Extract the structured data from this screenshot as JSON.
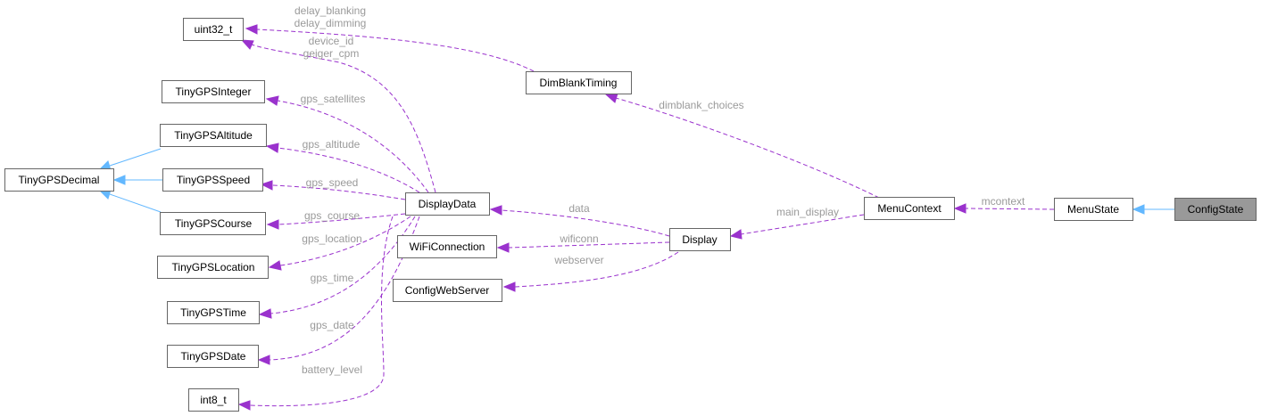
{
  "colors": {
    "association": "#9a32cd",
    "inheritance": "#63b8ff",
    "label": "#9a9a9a",
    "highlight_fill": "#999999"
  },
  "nodes": {
    "uint32_t": "uint32_t",
    "tinygpsinteger": "TinyGPSInteger",
    "tinygpsaltitude": "TinyGPSAltitude",
    "tinygpsdecimal": "TinyGPSDecimal",
    "tinygpsspeed": "TinyGPSSpeed",
    "tinygpscourse": "TinyGPSCourse",
    "tinygpslocation": "TinyGPSLocation",
    "tinygpstime": "TinyGPSTime",
    "tinygpsdate": "TinyGPSDate",
    "int8_t": "int8_t",
    "displaydata": "DisplayData",
    "wificonnection": "WiFiConnection",
    "configwebserver": "ConfigWebServer",
    "dimblanktiming": "DimBlankTiming",
    "display": "Display",
    "menucontext": "MenuContext",
    "menustate": "MenuState",
    "configstate": "ConfigState"
  },
  "labels": {
    "delay_blanking": "delay_blanking",
    "delay_dimming": "delay_dimming",
    "device_id": "device_id",
    "geiger_cpm": "geiger_cpm",
    "gps_satellites": "gps_satellites",
    "gps_altitude": "gps_altitude",
    "gps_speed": "gps_speed",
    "gps_course": "gps_course",
    "gps_location": "gps_location",
    "gps_time": "gps_time",
    "gps_date": "gps_date",
    "battery_level": "battery_level",
    "dimblank_choices": "dimblank_choices",
    "data": "data",
    "wificonn": "wificonn",
    "webserver": "webserver",
    "main_display": "main_display",
    "mcontext": "mcontext"
  }
}
